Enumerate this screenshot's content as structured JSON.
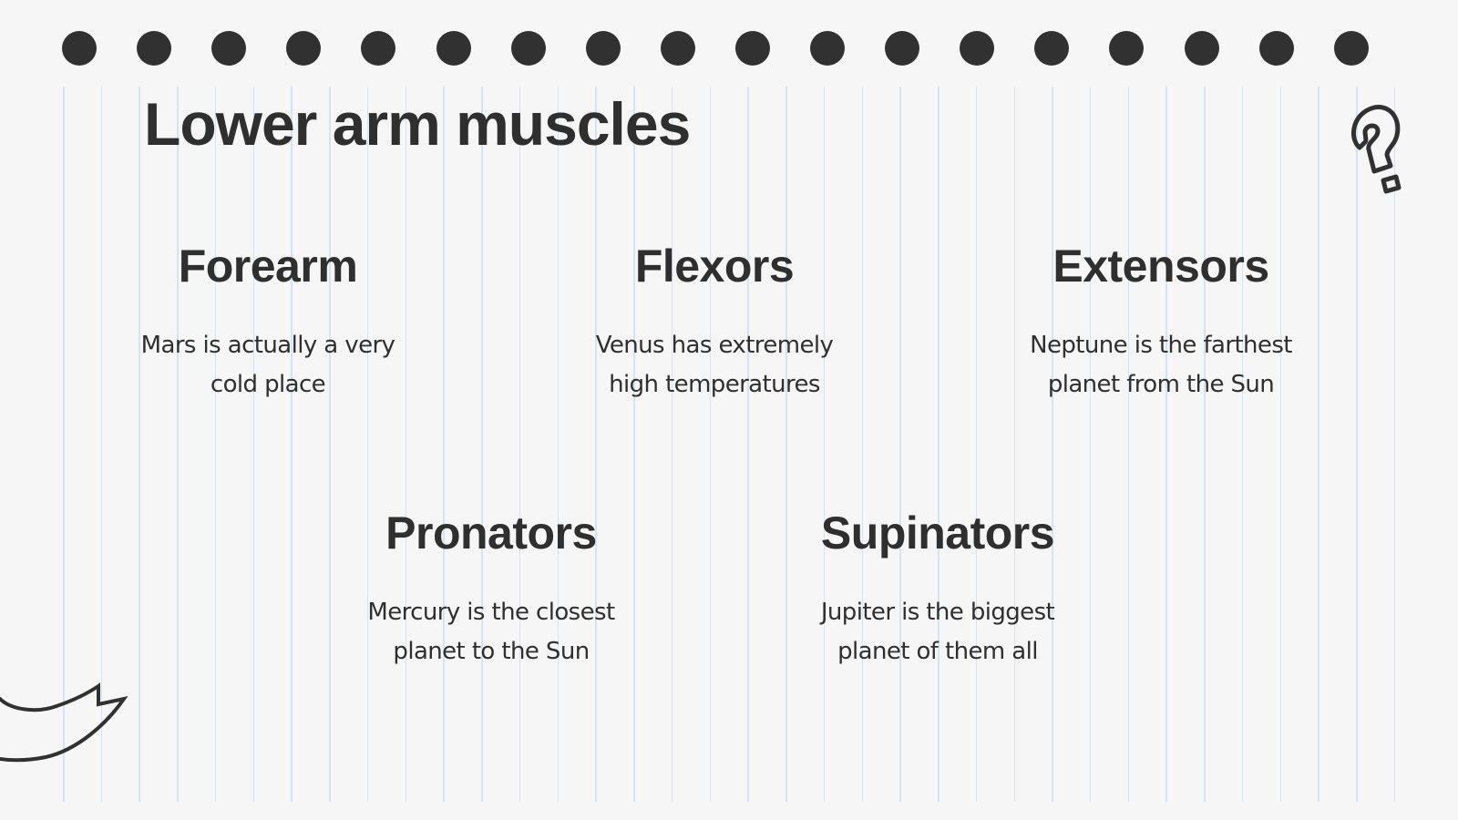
{
  "slide": {
    "title": "Lower arm muscles",
    "background_color": "#f6f6f6",
    "text_color": "#2f2f2f",
    "rule_line_color": "#d6e3f0",
    "binder_dot_count": 18,
    "items": [
      {
        "heading": "Forearm",
        "line1": "Mars is actually a very",
        "line2": "cold place"
      },
      {
        "heading": "Flexors",
        "line1": "Venus has extremely",
        "line2": "high temperatures"
      },
      {
        "heading": "Extensors",
        "line1": "Neptune is the farthest",
        "line2": "planet from the Sun"
      },
      {
        "heading": "Pronators",
        "line1": "Mercury is the closest",
        "line2": "planet to the Sun"
      },
      {
        "heading": "Supinators",
        "line1": "Jupiter is the biggest",
        "line2": "planet of them all"
      }
    ],
    "icons": {
      "top_right": "question-mark-doodle-icon",
      "bottom_left": "ribbon-banner-doodle-icon"
    }
  }
}
